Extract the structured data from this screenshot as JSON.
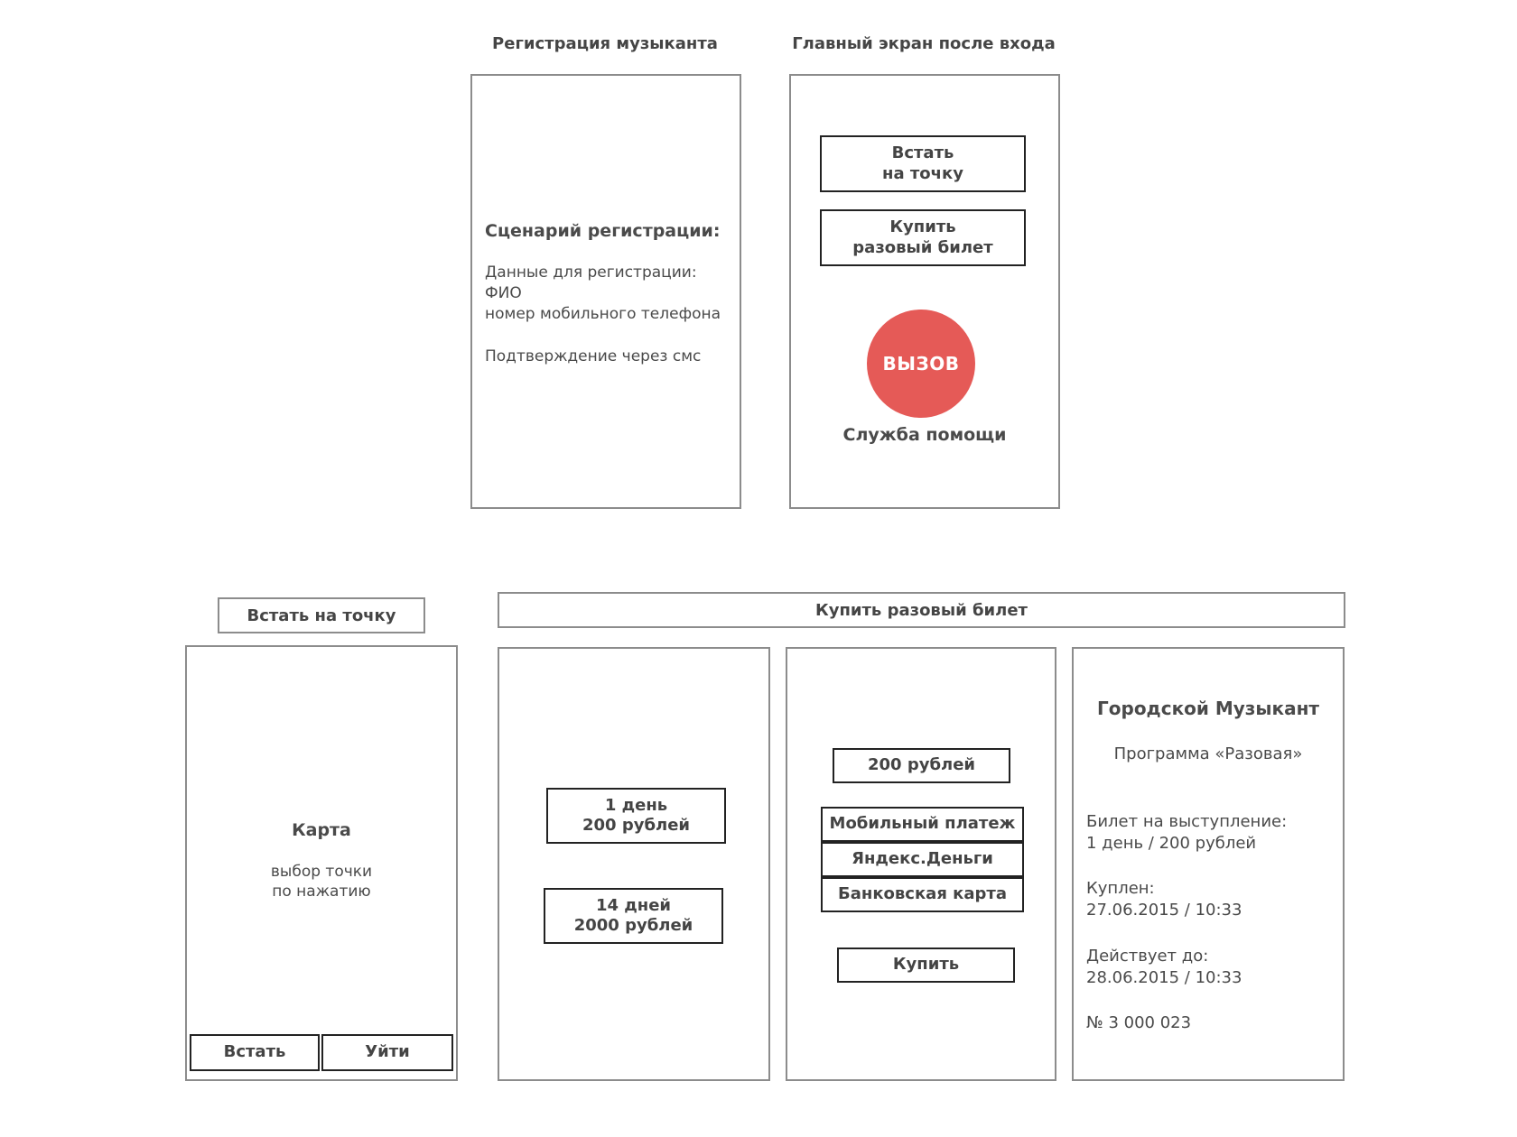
{
  "registration": {
    "title": "Регистрация музыканта",
    "scenario_heading": "Сценарий регистрации:",
    "data_label": "Данные для регистрации:",
    "field_fio": "ФИО",
    "field_phone": "номер мобильного телефона",
    "confirmation": "Подтверждение через смс"
  },
  "main_screen": {
    "title": "Главный экран после входа",
    "spot_button": {
      "line1": "Встать",
      "line2": "на точку"
    },
    "ticket_button": {
      "line1": "Купить",
      "line2": "разовый билет"
    },
    "call_button": "ВЫЗОВ",
    "call_color": "#e55a57",
    "help_label": "Служба помощи"
  },
  "spot_screen": {
    "title": "Встать на точку",
    "map_heading": "Карта",
    "map_hint_line1": "выбор точки",
    "map_hint_line2": "по нажатию",
    "stand_button": "Встать",
    "leave_button": "Уйти"
  },
  "ticket_flow": {
    "title": "Купить разовый билет",
    "tariffs": [
      {
        "line1": "1 день",
        "line2": "200 рублей"
      },
      {
        "line1": "14 дней",
        "line2": "2000 рублей"
      }
    ],
    "payment": {
      "amount": "200 рублей",
      "methods": [
        "Мобильный платеж",
        "Яндекс.Деньги",
        "Банковская карта"
      ],
      "buy_button": "Купить"
    },
    "ticket": {
      "org": "Городской Музыкант",
      "program": "Программа «Разовая»",
      "ticket_label": "Билет на выступление:",
      "ticket_value": "1 день / 200 рублей",
      "bought_label": "Куплен:",
      "bought_value": "27.06.2015 / 10:33",
      "valid_label": "Действует до:",
      "valid_value": "28.06.2015 / 10:33",
      "number": "№ 3 000 023"
    }
  }
}
